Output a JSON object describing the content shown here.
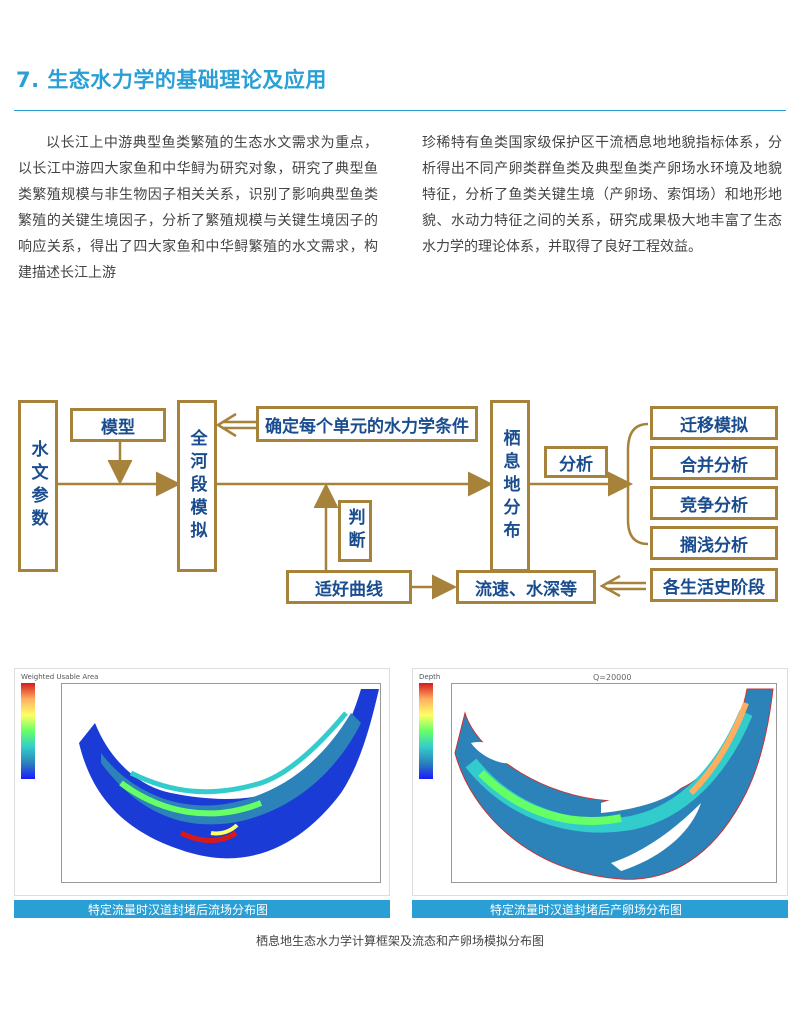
{
  "section": {
    "title": "7. 生态水力学的基础理论及应用"
  },
  "body_text": {
    "left": "以长江上中游典型鱼类繁殖的生态水文需求为重点，以长江中游四大家鱼和中华鲟为研究对象，研究了典型鱼类繁殖规模与非生物因子相关关系，识别了影响典型鱼类繁殖的关键生境因子，分析了繁殖规模与关键生境因子的响应关系，得出了四大家鱼和中华鲟繁殖的水文需求，构建描述长江上游",
    "right": "珍稀特有鱼类国家级保护区干流栖息地地貌指标体系，分析得出不同产卵类群鱼类及典型鱼类产卵场水环境及地貌特征，分析了鱼类关键生境（产卵场、索饵场）和地形地貌、水动力特征之间的关系，研究成果极大地丰富了生态水力学的理论体系，并取得了良好工程效益。"
  },
  "diagram": {
    "hydro_params": "水文参数",
    "model": "模型",
    "full_reach_sim": "全河段模拟",
    "unit_conditions": "确定每个单元的水力学条件",
    "habitat_dist": "栖息地分布",
    "analysis": "分析",
    "judge": "判断",
    "migration": "迁移模拟",
    "merge": "合并分析",
    "competition": "竞争分析",
    "stranding": "搁浅分析",
    "suitable_curve": "适好曲线",
    "flow_depth": "流速、水深等",
    "life_stages": "各生活史阶段"
  },
  "figures": {
    "left_legend_label": "Weighted Usable Area",
    "right_legend_label": "Depth",
    "right_plot_title": "Q=20000",
    "left_caption": "特定流量时汉道封堵后流场分布图",
    "right_caption": "特定流量时汉道封堵后产卵场分布图",
    "main_caption": "栖息地生态水力学计算框架及流态和产卵场模拟分布图"
  },
  "colors": {
    "accent": "#2a9fd6",
    "box_border": "#a6823a",
    "box_text": "#1a4d8f"
  }
}
